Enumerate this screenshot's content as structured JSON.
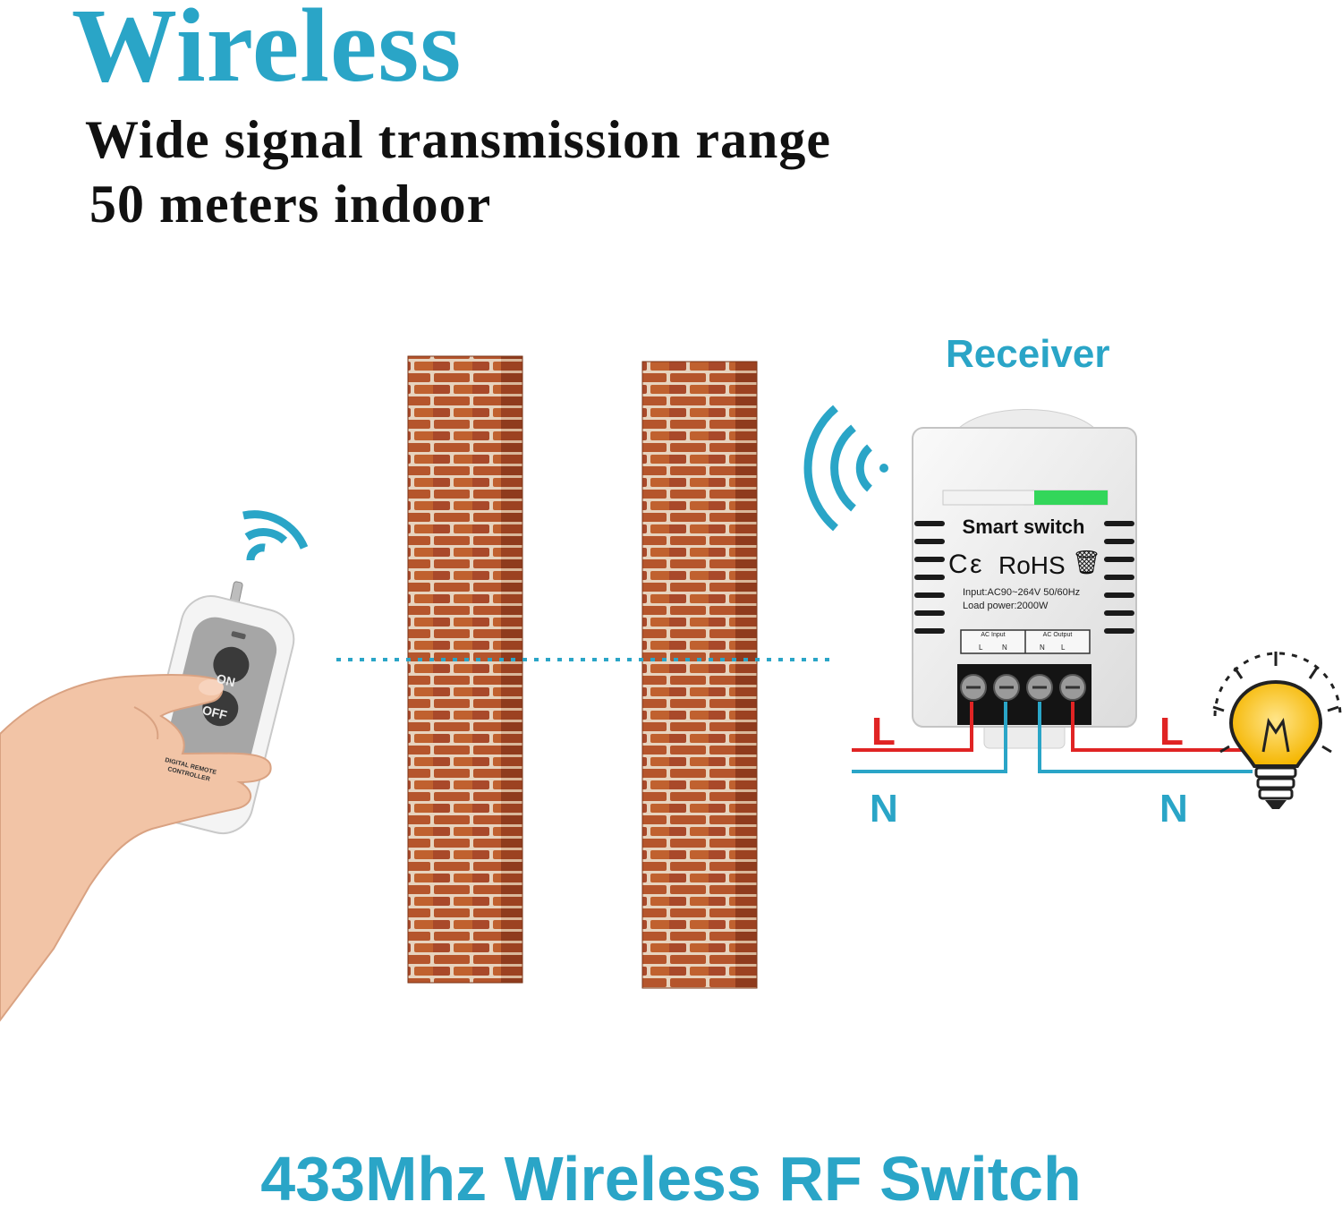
{
  "headline": "Wireless",
  "subtitle_line1": "Wide signal transmission range",
  "subtitle_line2": "50 meters indoor",
  "receiver_label": "Receiver",
  "device": {
    "title": "Smart switch",
    "cert": "RoHS",
    "input_spec": "Input:AC90~264V 50/60Hz",
    "load_spec": "Load power:2000W",
    "ac_input_label": "AC Input",
    "ac_output_label": "AC Output",
    "term_l": "L",
    "term_n": "N"
  },
  "remote": {
    "on_label": "ON",
    "off_label": "OFF",
    "brand": "DIGITAL REMOTE CONTROLLER"
  },
  "wiring": {
    "live_label": "L",
    "neutral_label": "N",
    "live_color": "#e02424",
    "neutral_color": "#2aa5c7"
  },
  "footer": "433Mhz Wireless RF Switch",
  "colors": {
    "accent": "#2aa5c7",
    "brick": "#b5552c",
    "led": "#33d65a"
  }
}
